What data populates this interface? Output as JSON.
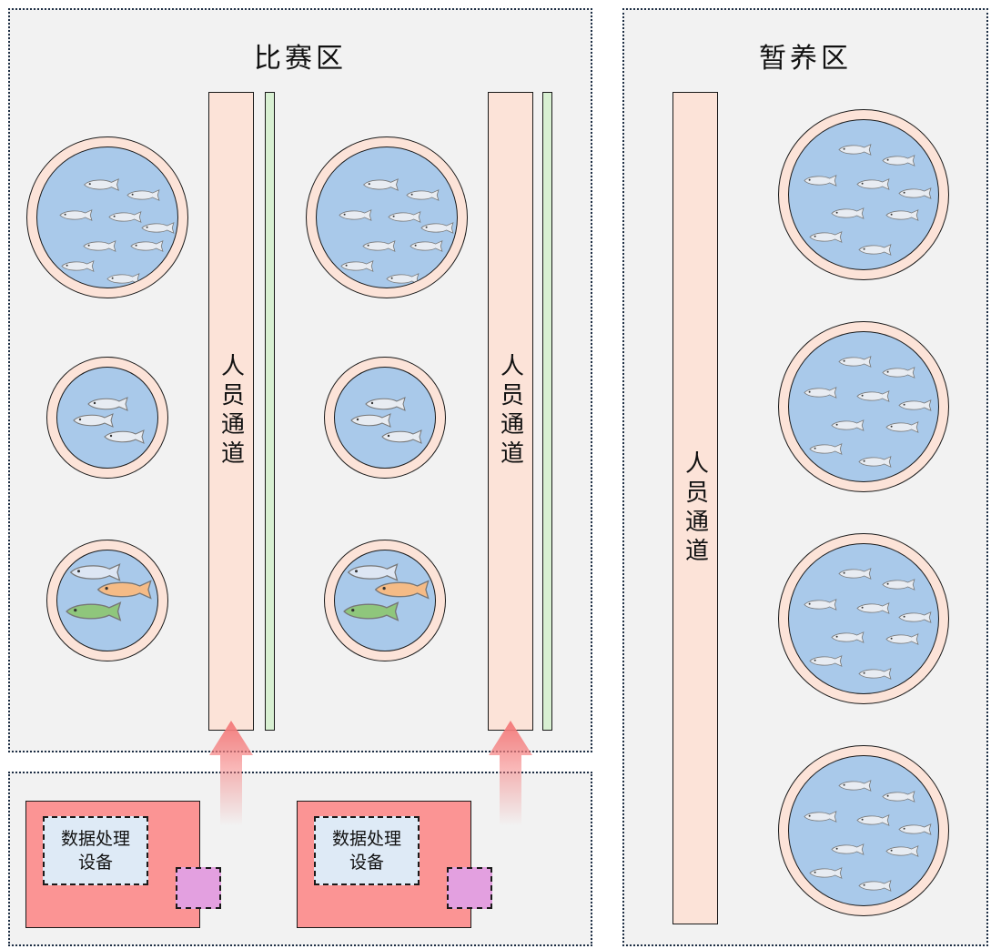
{
  "zones": {
    "competition": {
      "title": "比赛区"
    },
    "holding": {
      "title": "暂养区"
    }
  },
  "corridor_label": "人员通道",
  "device_label": "数据处理\n设备",
  "colors": {
    "zone_bg": "#f2f2f2",
    "corridor": "#fce3d8",
    "strip": "#d8f0d2",
    "water": "#a9c9ea",
    "station": "#fb9494",
    "device": "#deeaf6",
    "sensor": "#e3a0e0",
    "arrow": "#f47c7c",
    "fish_white": "#e8ecf2",
    "fish_orange": "#f5bb86",
    "fish_green": "#8fc67c"
  },
  "icons": [
    "fish-icon",
    "up-arrow-icon"
  ]
}
